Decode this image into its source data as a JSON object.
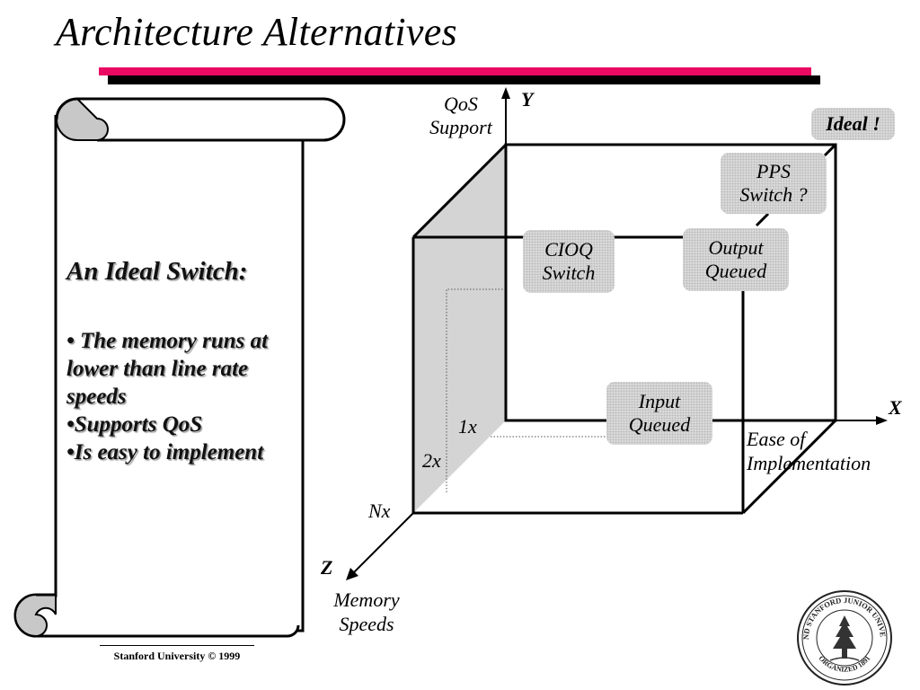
{
  "title": "Architecture Alternatives",
  "scroll": {
    "heading": "An Ideal Switch:",
    "bullets": [
      "•  The memory runs at lower than line rate speeds",
      "•Supports QoS",
      "•Is easy to implement"
    ]
  },
  "diagram": {
    "axes": {
      "y_letter": "Y",
      "y_label_line1": "QoS",
      "y_label_line2": "Support",
      "x_letter": "X",
      "x_label_line1": "Ease of",
      "x_label_line2": "Implementation",
      "z_letter": "Z",
      "z_label_line1": "Memory",
      "z_label_line2": "Speeds"
    },
    "ticks": [
      "1x",
      "2x",
      "Nx"
    ],
    "boxes": {
      "ideal": "Ideal !",
      "pps": [
        "PPS",
        "Switch ?"
      ],
      "cioq": [
        "CIOQ",
        "Switch"
      ],
      "output": [
        "Output",
        "Queued"
      ],
      "input": [
        "Input",
        "Queued"
      ]
    }
  },
  "footer": "Stanford University © 1999",
  "seal": {
    "text_top": "LELAND STANFORD JUNIOR UNIVERSITY",
    "text_bottom": "ORGANIZED 1891"
  },
  "colors": {
    "accent_bar": "#ea0a62",
    "shaded_face": "#d4d4d4",
    "box_fill": "#d9d9d9"
  }
}
